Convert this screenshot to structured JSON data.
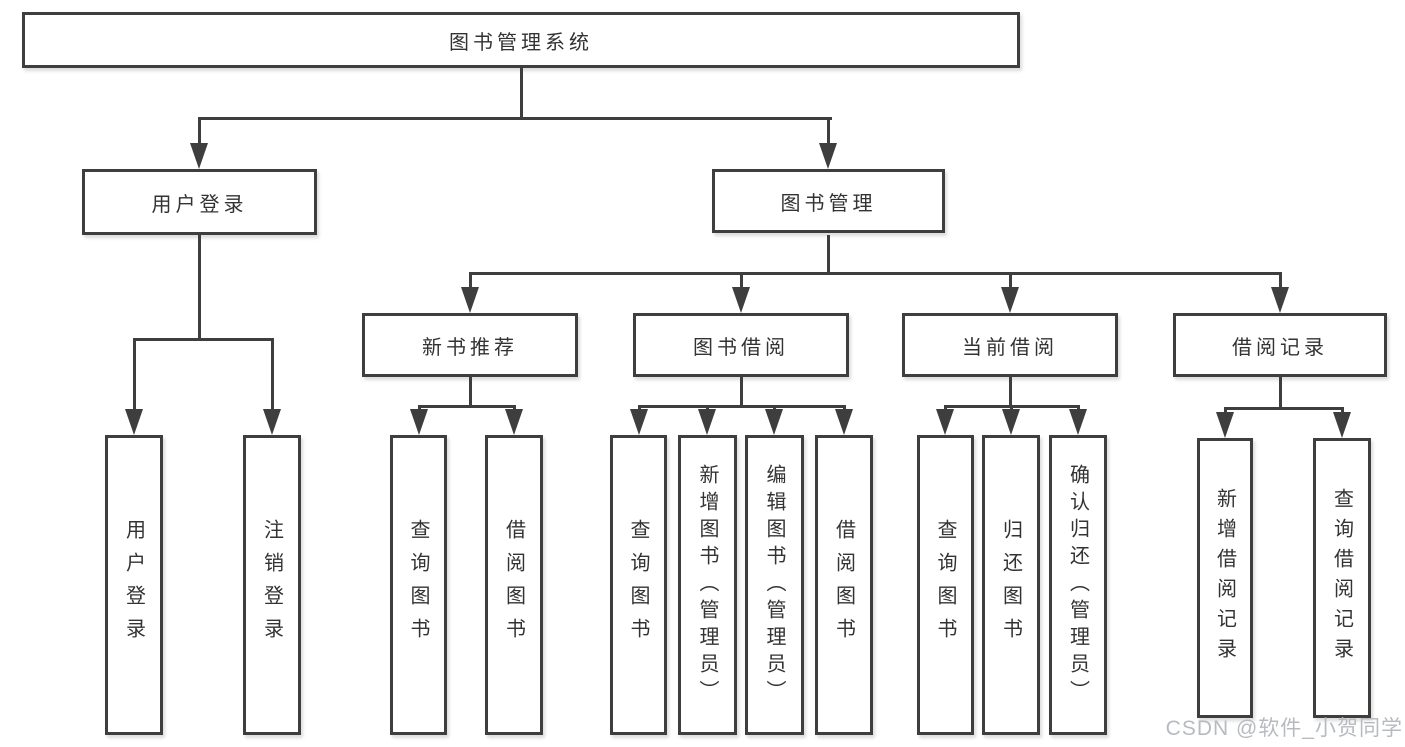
{
  "tree": {
    "root": {
      "label": "图书管理系统"
    },
    "branches": [
      {
        "label": "用户登录",
        "children": [
          {
            "label": "用户登录"
          },
          {
            "label": "注销登录"
          }
        ]
      },
      {
        "label": "图书管理",
        "sections": [
          {
            "label": "新书推荐",
            "children": [
              {
                "label": "查询图书"
              },
              {
                "label": "借阅图书"
              }
            ]
          },
          {
            "label": "图书借阅",
            "children": [
              {
                "label": "查询图书"
              },
              {
                "label": "新增图书（管理员）"
              },
              {
                "label": "编辑图书（管理员）"
              },
              {
                "label": "借阅图书"
              }
            ]
          },
          {
            "label": "当前借阅",
            "children": [
              {
                "label": "查询图书"
              },
              {
                "label": "归还图书"
              },
              {
                "label": "确认归还（管理员）"
              }
            ]
          },
          {
            "label": "借阅记录",
            "children": [
              {
                "label": "新增借阅记录"
              },
              {
                "label": "查询借阅记录"
              }
            ]
          }
        ]
      }
    ]
  },
  "watermark": {
    "text": "CSDN @软件_小贺同学"
  },
  "colors": {
    "line": "#3e3e3e",
    "box_border": "#3e3e3e",
    "text": "#333333",
    "watermark": "#b7bbbf",
    "background": "#ffffff"
  }
}
